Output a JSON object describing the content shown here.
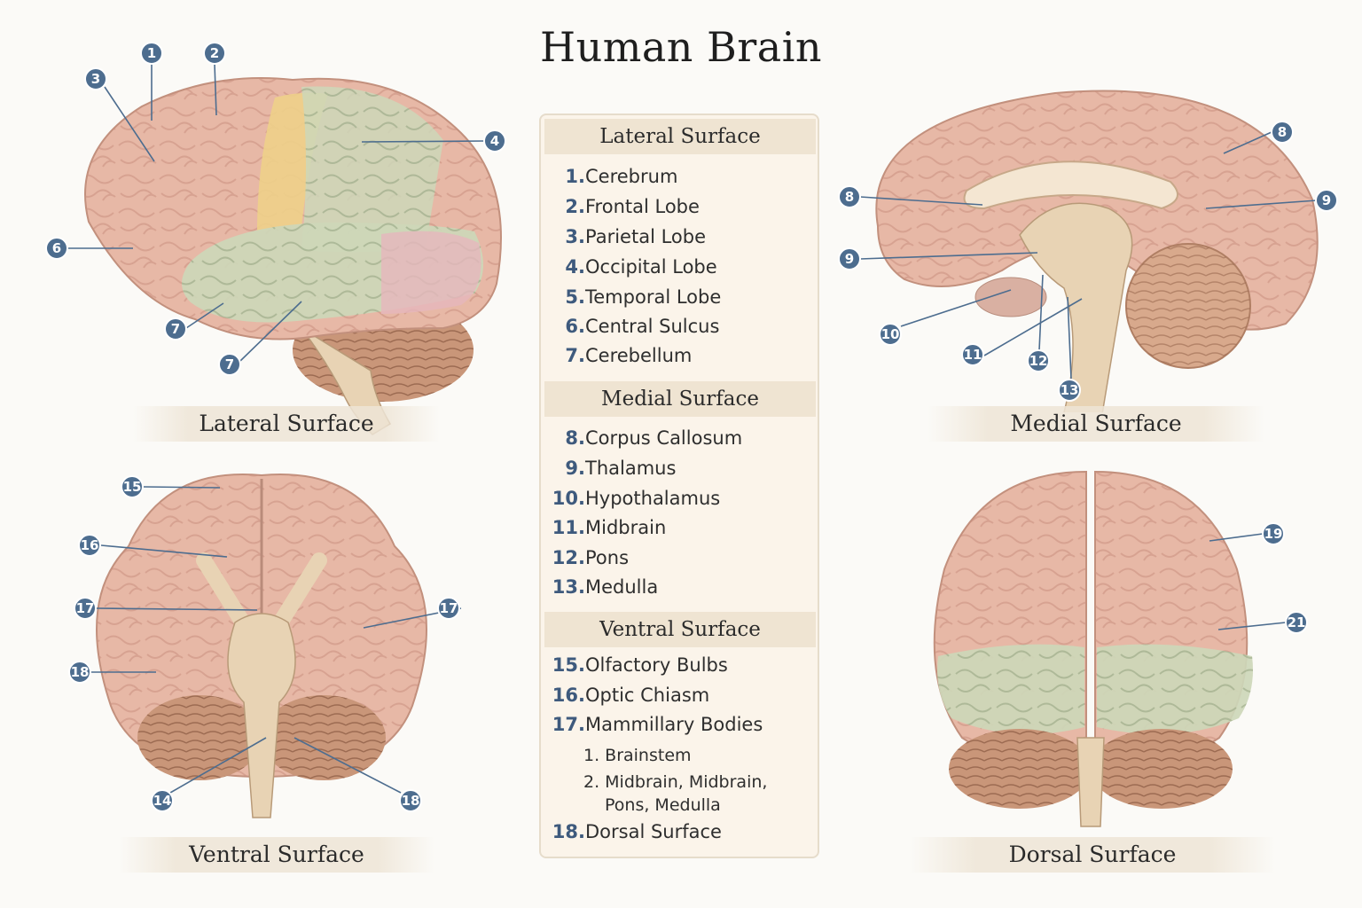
{
  "title": "Human Brain",
  "legend": {
    "sections": [
      {
        "heading": "Lateral Surface",
        "items": [
          {
            "num": "1.",
            "label": "Cerebrum"
          },
          {
            "num": "2.",
            "label": "Frontal Lobe"
          },
          {
            "num": "3.",
            "label": "Parietal Lobe"
          },
          {
            "num": "4.",
            "label": "Occipital Lobe"
          },
          {
            "num": "5.",
            "label": "Temporal Lobe"
          },
          {
            "num": "6.",
            "label": "Central Sulcus"
          },
          {
            "num": "7.",
            "label": "Cerebellum"
          }
        ]
      },
      {
        "heading": "Medial Surface",
        "items": [
          {
            "num": "8.",
            "label": "Corpus Callosum"
          },
          {
            "num": "9.",
            "label": "Thalamus"
          },
          {
            "num": "10.",
            "label": "Hypothalamus"
          },
          {
            "num": "11.",
            "label": "Midbrain"
          },
          {
            "num": "12.",
            "label": "Pons"
          },
          {
            "num": "13.",
            "label": "Medulla"
          }
        ]
      },
      {
        "heading": "Ventral Surface",
        "items": [
          {
            "num": "15.",
            "label": "Olfactory Bulbs"
          },
          {
            "num": "16.",
            "label": "Optic Chiasm"
          },
          {
            "num": "17.",
            "label": "Mammillary Bodies"
          }
        ],
        "subitems": [
          "1. Brainstem",
          "2. Midbrain, Midbrain,",
          "Pons, Medulla"
        ],
        "after": {
          "num": "18.",
          "label": "Dorsal Surface"
        }
      }
    ]
  },
  "panels": {
    "lateral": {
      "caption": "Lateral Surface",
      "callouts": [
        "1",
        "2",
        "3",
        "4",
        "6",
        "7",
        "7"
      ]
    },
    "medial": {
      "caption": "Medial Surface",
      "callouts": [
        "8",
        "8",
        "9",
        "9",
        "10",
        "11",
        "12",
        "13"
      ]
    },
    "ventral": {
      "caption": "Ventral Surface",
      "callouts": [
        "15",
        "16",
        "17",
        "17",
        "18",
        "14",
        "18"
      ]
    },
    "dorsal": {
      "caption": "Dorsal Surface",
      "callouts": [
        "19",
        "21"
      ]
    }
  },
  "colors": {
    "callout": "#4d6d8f",
    "brain_pink": "#e7b8a6",
    "frontal_green": "#cdd7b9",
    "parietal_yellow": "#eed08a",
    "temporal_pink": "#e6b7bd",
    "cerebellum": "#c99679",
    "brainstem": "#e8d3b4"
  }
}
